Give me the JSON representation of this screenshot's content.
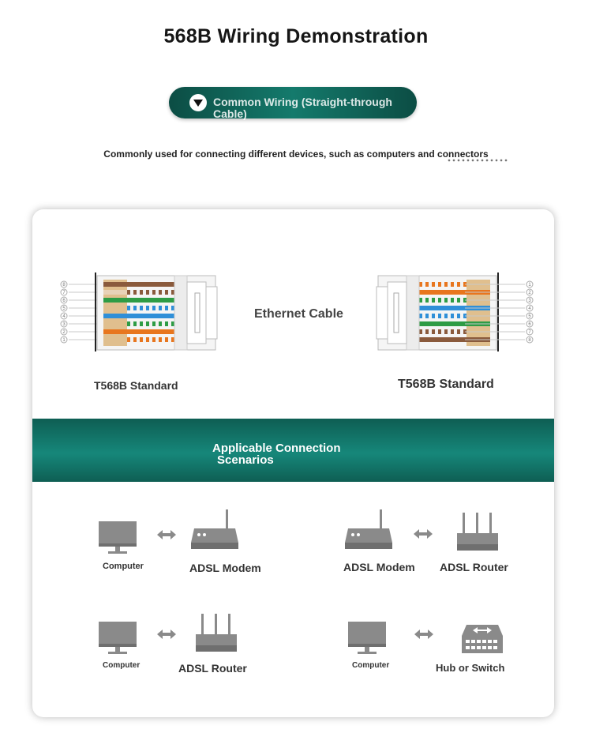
{
  "header": {
    "title": "568B Wiring Demonstration",
    "pill_label": "Common Wiring (Straight-through Cable)",
    "subtitle": "Commonly used for connecting different devices, such as computers and connectors"
  },
  "diagram": {
    "left_standard": "T568B Standard",
    "right_standard": "T568B Standard",
    "cable_label": "Ethernet Cable",
    "left_pin_numbers": [
      "8",
      "7",
      "6",
      "5",
      "4",
      "3",
      "2",
      "1"
    ],
    "right_pin_numbers": [
      "1",
      "2",
      "3",
      "4",
      "5",
      "6",
      "7",
      "8"
    ]
  },
  "scenarios": {
    "heading": [
      "Applicable Connection",
      "Scenarios"
    ],
    "rows": [
      {
        "left": "Computer",
        "right": "ADSL Modem"
      },
      {
        "left": "ADSL Modem",
        "right": "ADSL Router"
      },
      {
        "left": "Computer",
        "right": "ADSL Router"
      },
      {
        "left": "Computer",
        "right": "Hub or Switch"
      }
    ]
  },
  "colors": {
    "accent_dark": "#0e5e53",
    "accent_light": "#16877a",
    "device_gray": "#8a8a8a",
    "wire_orange": "#e8761e",
    "wire_green": "#2e9c45",
    "wire_blue": "#2f8fd8",
    "wire_brown": "#8a5a3c",
    "wire_tan": "#d8b07a"
  }
}
